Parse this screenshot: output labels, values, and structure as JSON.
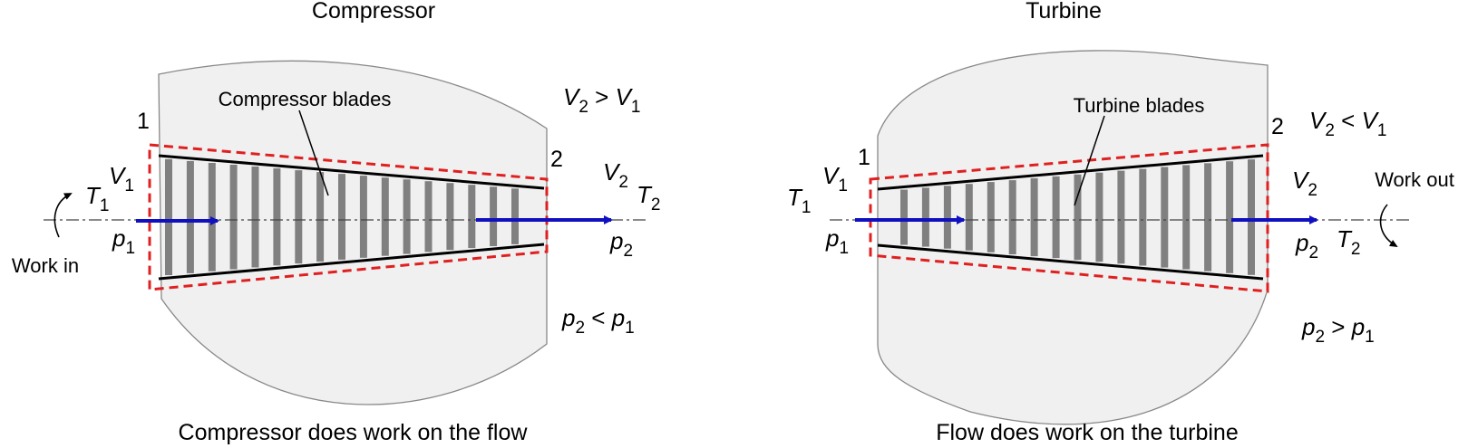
{
  "compressor": {
    "title": "Compressor",
    "blades_label": "Compressor blades",
    "station_in": "1",
    "station_out": "2",
    "velocity_relation": {
      "a": "V",
      "a_sub": "2",
      "op": " > ",
      "b": "V",
      "b_sub": "1"
    },
    "pressure_relation": {
      "a": "p",
      "a_sub": "2",
      "op": " < ",
      "b": "p",
      "b_sub": "1"
    },
    "inlet_vars": {
      "V": "V",
      "V_sub": "1",
      "T": "T",
      "T_sub": "1",
      "p": "p",
      "p_sub": "1"
    },
    "outlet_vars": {
      "V": "V",
      "V_sub": "2",
      "T": "T",
      "T_sub": "2",
      "p": "p",
      "p_sub": "2"
    },
    "work_label": "Work in",
    "caption": "Compressor does work on the flow"
  },
  "turbine": {
    "title": "Turbine",
    "blades_label": "Turbine blades",
    "station_in": "1",
    "station_out": "2",
    "velocity_relation": {
      "a": "V",
      "a_sub": "2",
      "op": " < ",
      "b": "V",
      "b_sub": "1"
    },
    "pressure_relation": {
      "a": "p",
      "a_sub": "2",
      "op": " > ",
      "b": "p",
      "b_sub": "1"
    },
    "inlet_vars": {
      "V": "V",
      "V_sub": "1",
      "T": "T",
      "T_sub": "1",
      "p": "p",
      "p_sub": "1"
    },
    "outlet_vars": {
      "V": "V",
      "V_sub": "2",
      "T": "T",
      "T_sub": "2",
      "p": "p",
      "p_sub": "2"
    },
    "work_label": "Work out",
    "caption": "Flow does work on the turbine"
  },
  "colors": {
    "casing_fill": "#f0f0f0",
    "casing_stroke": "#888888",
    "blade": "#808080",
    "control_volume": "#e02020",
    "flow_arrow": "#1010c0",
    "axis": "#444444"
  }
}
